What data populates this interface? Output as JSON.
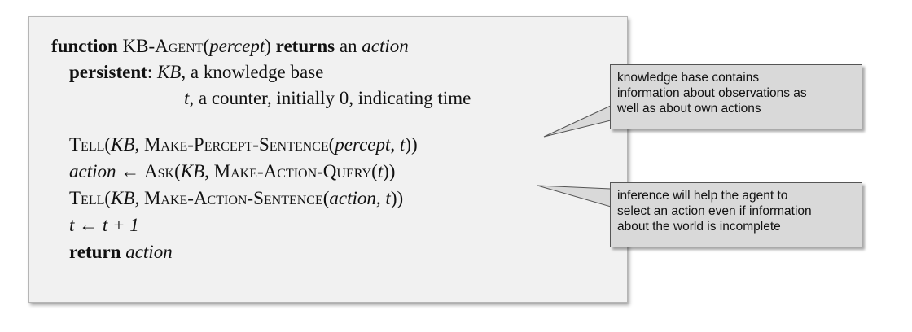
{
  "code": {
    "line1": {
      "kw_function": "function",
      "name": "KB-Agent",
      "open": "(",
      "param": "percept",
      "close": ")",
      "kw_returns": "returns",
      "an": "an",
      "action": "action"
    },
    "line2": {
      "kw": "persistent",
      "colon": ":",
      "var": "KB",
      "desc": ", a knowledge base"
    },
    "line3": {
      "var": "t",
      "desc": ", a counter, initially 0, indicating time"
    },
    "line4": {
      "fn": "Tell",
      "open": "(",
      "kb": "KB",
      "sep": ", ",
      "fn2": "Make-Percept-Sentence",
      "open2": "(",
      "arg1": "percept",
      "comma": ", ",
      "arg2": "t",
      "close": "))"
    },
    "line5": {
      "var": "action",
      "arrow": " ← ",
      "fn": "Ask",
      "open": "(",
      "kb": "KB",
      "sep": ", ",
      "fn2": "Make-Action-Query",
      "open2": "(",
      "arg": "t",
      "close": "))"
    },
    "line6": {
      "fn": "Tell",
      "open": "(",
      "kb": "KB",
      "sep": ", ",
      "fn2": "Make-Action-Sentence",
      "open2": "(",
      "arg1": "action",
      "comma": ", ",
      "arg2": "t",
      "close": "))"
    },
    "line7": {
      "var": "t",
      "arrow": " ← ",
      "expr": "t + 1"
    },
    "line8": {
      "kw": "return",
      "var": "action"
    }
  },
  "callouts": [
    {
      "lines": [
        "knowledge base contains",
        "information about observations as",
        "well as about own actions"
      ]
    },
    {
      "lines": [
        "inference will help the agent to",
        "select an action even if information",
        "about the world is incomplete"
      ]
    }
  ],
  "colors": {
    "panel_bg": "#f1f1f1",
    "callout_bg": "#d9d9d9",
    "callout_border": "#555555"
  }
}
